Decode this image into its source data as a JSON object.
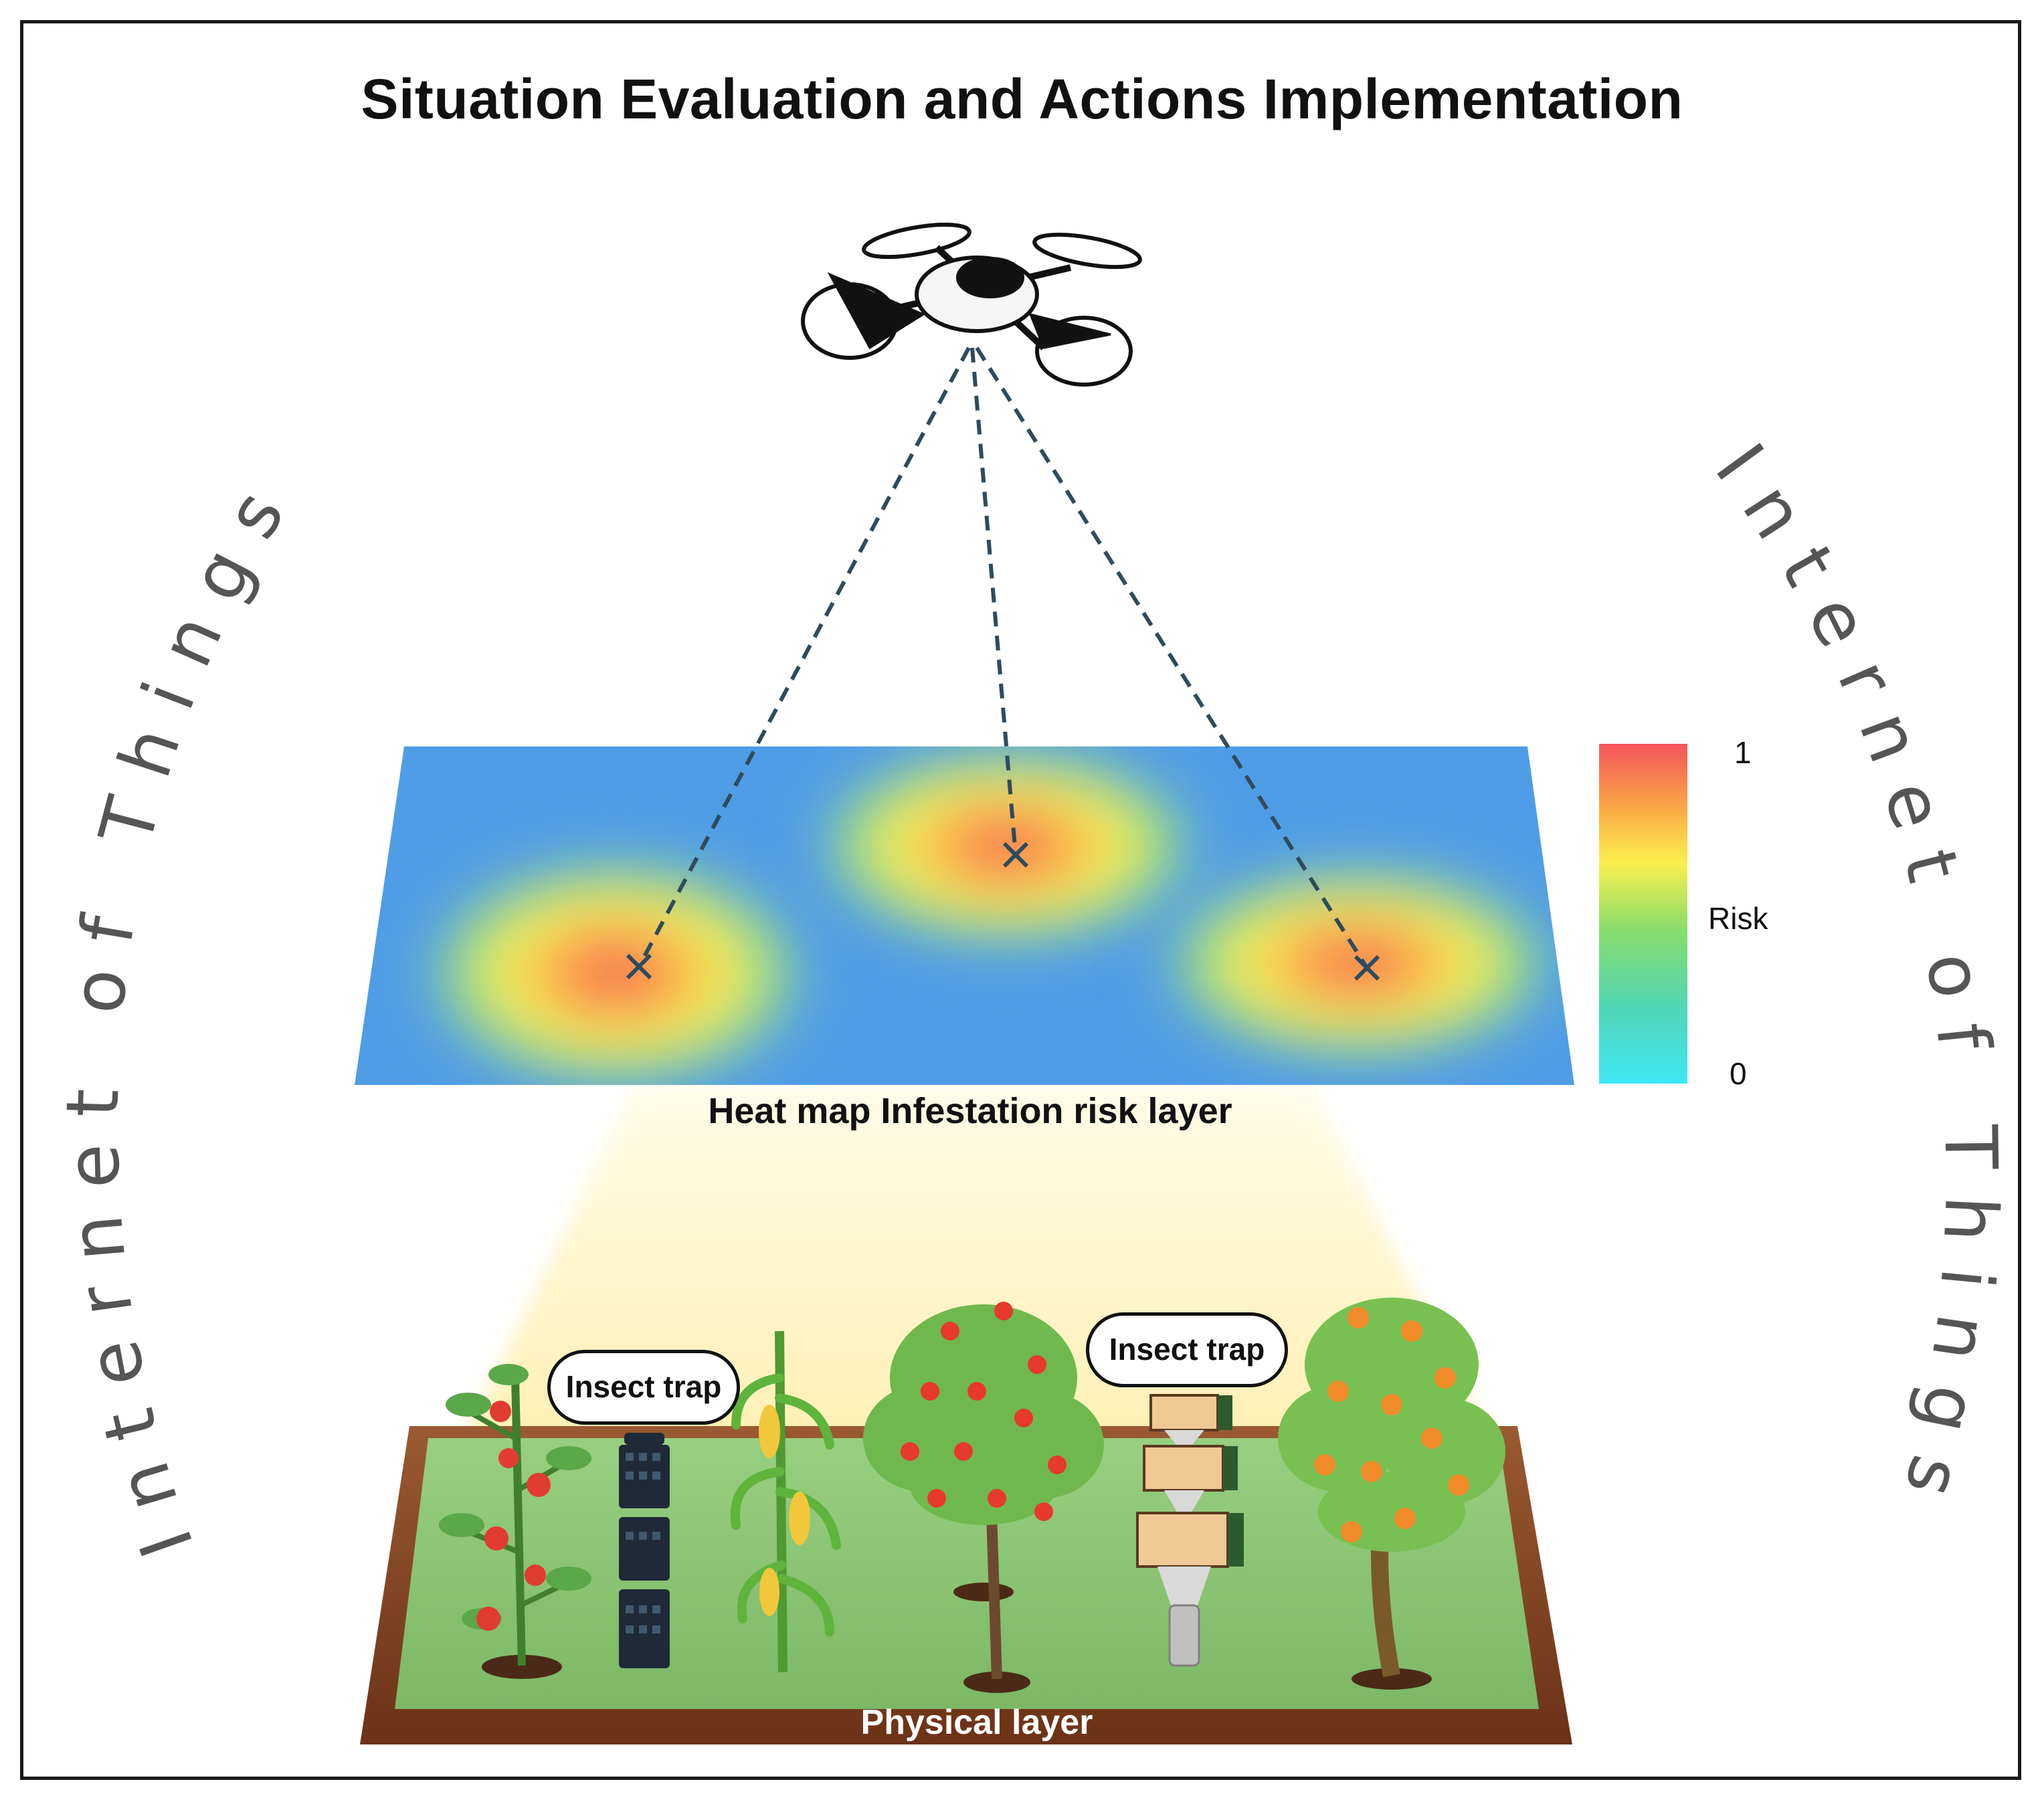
{
  "title": "Situation Evaluation and Actions Implementation",
  "side_text_left": "Internet of Things",
  "side_text_right": "Internet of Things",
  "heatmap_label": "Heat map Infestation risk layer",
  "physical_label": "Physical layer",
  "insect_trap_label_1": "Insect trap",
  "insect_trap_label_2": "Insect trap",
  "risk_scale": {
    "label": "Risk",
    "max": "1",
    "min": "0"
  },
  "colors": {
    "map_background": "#4f9de6",
    "hotspot": "#f2555a",
    "field_green": "#86c170",
    "field_border": "#7a3d1c",
    "link_line": "#2f4b5c",
    "light_beam": "#fff2b8"
  }
}
